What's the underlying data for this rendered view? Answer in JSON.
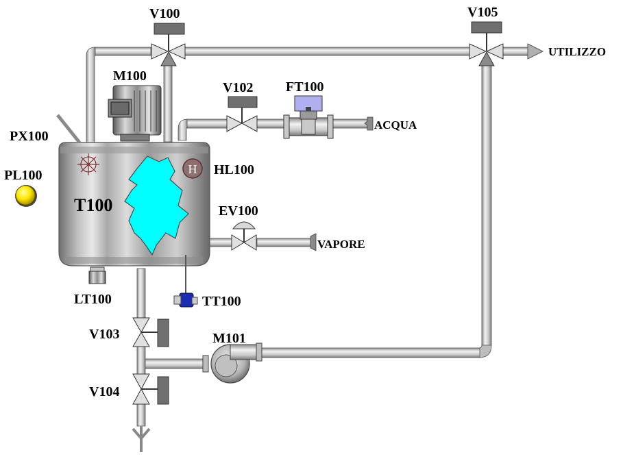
{
  "labels": {
    "v100": "V100",
    "v105": "V105",
    "v102": "V102",
    "ft100": "FT100",
    "m100": "M100",
    "px100": "PX100",
    "pl100": "PL100",
    "t100": "T100",
    "hl100": "HL100",
    "hl100_symbol": "H",
    "ev100": "EV100",
    "lt100": "LT100",
    "tt100": "TT100",
    "v103": "V103",
    "v104": "V104",
    "m101": "M101",
    "utilizzo": "UTILIZZO",
    "acqua": "ACQUA",
    "vapore": "VAPORE"
  },
  "colors": {
    "pipe_light": "#e6e6e6",
    "pipe_mid": "#a8a8a8",
    "pipe_dark": "#6e6e6e",
    "liquid": "#00ffff",
    "lamp": "#ffee00",
    "actuator": "#707070",
    "transmitter_blue": "#1c2db0",
    "flowmeter_head": "#b0b0f0"
  }
}
